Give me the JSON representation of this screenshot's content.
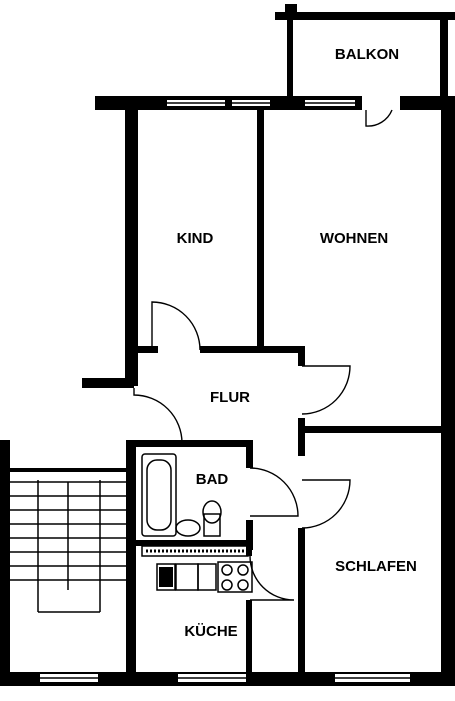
{
  "rooms": {
    "balkon": "BALKON",
    "kind": "KIND",
    "wohnen": "WOHNEN",
    "flur": "FLUR",
    "bad": "BAD",
    "schlafen": "SCHLAFEN",
    "kueche": "KÜCHE"
  },
  "colors": {
    "wall": "#000000",
    "background": "#ffffff"
  }
}
